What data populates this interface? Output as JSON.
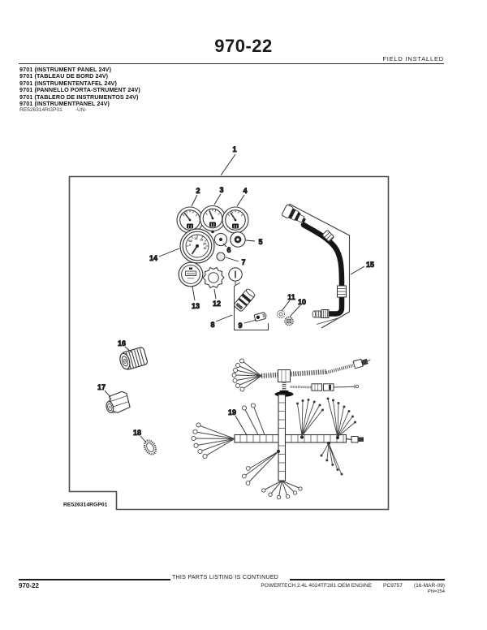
{
  "header": {
    "title": "970-22",
    "field_installed": "FIELD INSTALLED"
  },
  "part_list": [
    "9701 (INSTRUMENT PANEL 24V)",
    "9701 (TABLEAU DE BORD 24V)",
    "9701 (INSTRUMENTENTAFEL 24V)",
    "9701 (PANNELLO PORTA-STRUMENT 24V)",
    "9701 (TABLERO DE INSTRUMENTOS 24V)",
    "9701 (INSTRUMENTPANEL 24V)"
  ],
  "figure": {
    "caption_id": "RE526314RGP01",
    "caption_un": "-UN-",
    "image_label": "RE526314RGP01",
    "callouts": [
      "1",
      "2",
      "3",
      "4",
      "5",
      "6",
      "7",
      "8",
      "9",
      "10",
      "11",
      "12",
      "13",
      "14",
      "15",
      "16",
      "17",
      "18",
      "19"
    ]
  },
  "footer": {
    "continued": "THIS PARTS LISTING IS CONTINUED",
    "page_number": "970-22",
    "engine": "POWERTECH 2.4L 4024TF281 OEM ENGINE",
    "catalog": "PC9757",
    "date": "(16-MAR-09)",
    "pn": "PN=254"
  },
  "colors": {
    "ink": "#1a1a1a",
    "drawing_line": "#3a3a3a",
    "frame": "#4d4d4d",
    "rule": "#2a2a2a"
  }
}
